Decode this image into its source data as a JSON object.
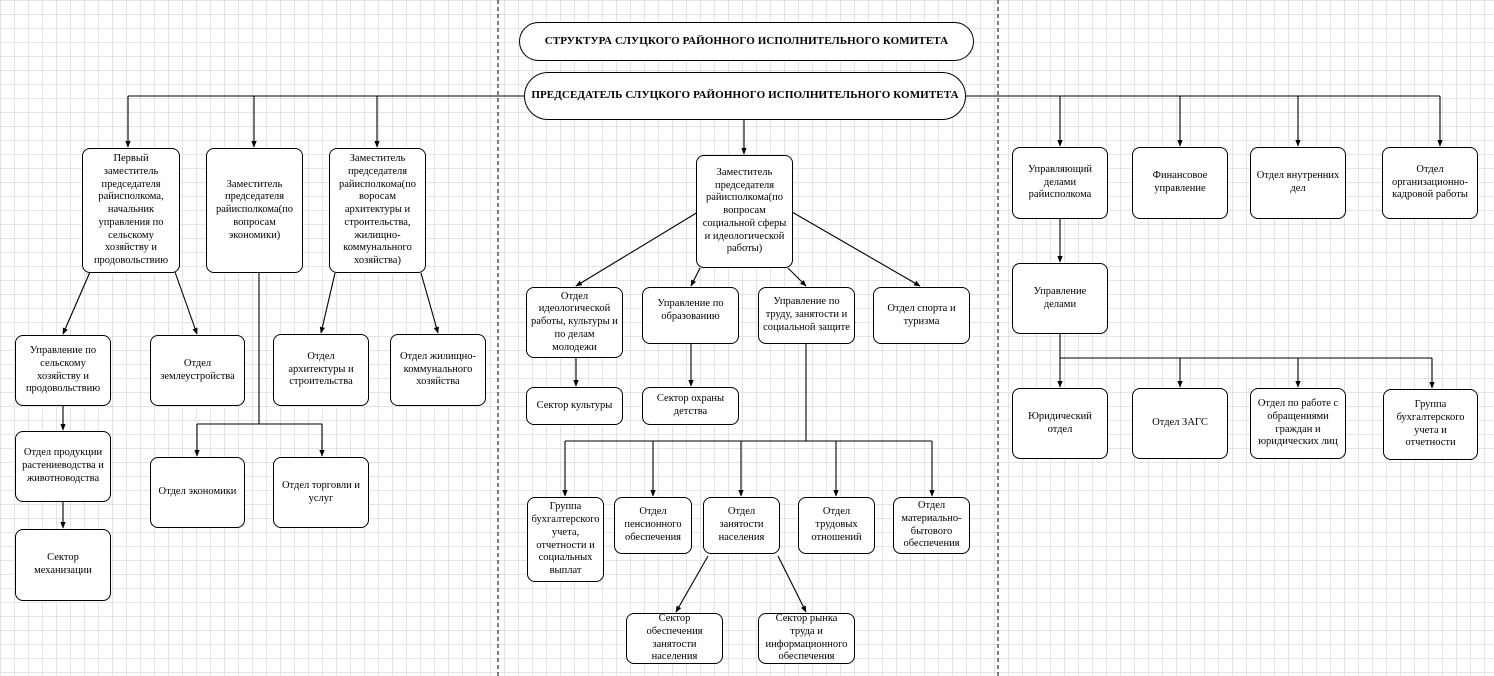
{
  "title": "СТРУКТУРА СЛУЦКОГО РАЙОННОГО ИСПОЛНИТЕЛЬНОГО КОМИТЕТА",
  "chairman": "ПРЕДСЕДАТЕЛЬ СЛУЦКОГО РАЙОННОГО ИСПОЛНИТЕЛЬНОГО КОМИТЕТА",
  "left": {
    "deputy_first": "Первый заместитель председателя райисполкома, начальник управления по сельскому хозяйству и продовольствию",
    "deputy_economy": "Заместитель председателя райисполкома(по вопросам экономики)",
    "deputy_architecture": "Заместитель председателя райисполкома(по воросам архитектуры и строительства, жилищно-коммунального хозяйства)",
    "agri_management": "Управление по сельскому хозяйству и продовольствию",
    "crop_livestock": "Отдел продукции растениеводства и животноводства",
    "mechanization": "Сектор механизации",
    "land_dept": "Отдел землеустройства",
    "economy_dept": "Отдел экономики",
    "trade_dept": "Отдел торговли и услуг",
    "arch_dept": "Отдел архитектуры и строительства",
    "housing_dept": "Отдел жилищно-коммунального хозяйства"
  },
  "center": {
    "deputy_social": "Заместитель председателя райисполкома(по вопросам социальной сферы и идеологической работы)",
    "ideology_dept": "Отдел идеологической работы, культуры и по делам молодежи",
    "education": "Управление по образованию",
    "labor": "Управление по труду, занятости и социальной защите",
    "sports": "Отдел спорта и туризма",
    "culture_sector": "Сектор культуры",
    "childhood_sector": "Сектор охраны детства",
    "accounting_social": "Группа бухгалтерского учета, отчетности и социальных выплат",
    "pension": "Отдел пенсионного обеспечения",
    "employment": "Отдел занятости населения",
    "labor_relations": "Отдел трудовых отношений",
    "material": "Отдел материально-бытового обеспечения",
    "employment_sector": "Сектор обеспечения занятости населения",
    "labor_market": "Сектор рынка труда и информационного обеспечения"
  },
  "right": {
    "managing_affairs": "Управляющий делами райисполкома",
    "finance": "Финансовое управление",
    "internal_affairs": "Отдел внутренних дел",
    "personnel": "Отдел организационно-кадровой работы",
    "affairs_management": "Управление делами",
    "legal": "Юридический отдел",
    "zags": "Отдел ЗАГС",
    "citizens": "Отдел по работе с обращениями граждан и юридических лиц",
    "accounting": "Группа бухгалтерского учета и отчетности"
  }
}
